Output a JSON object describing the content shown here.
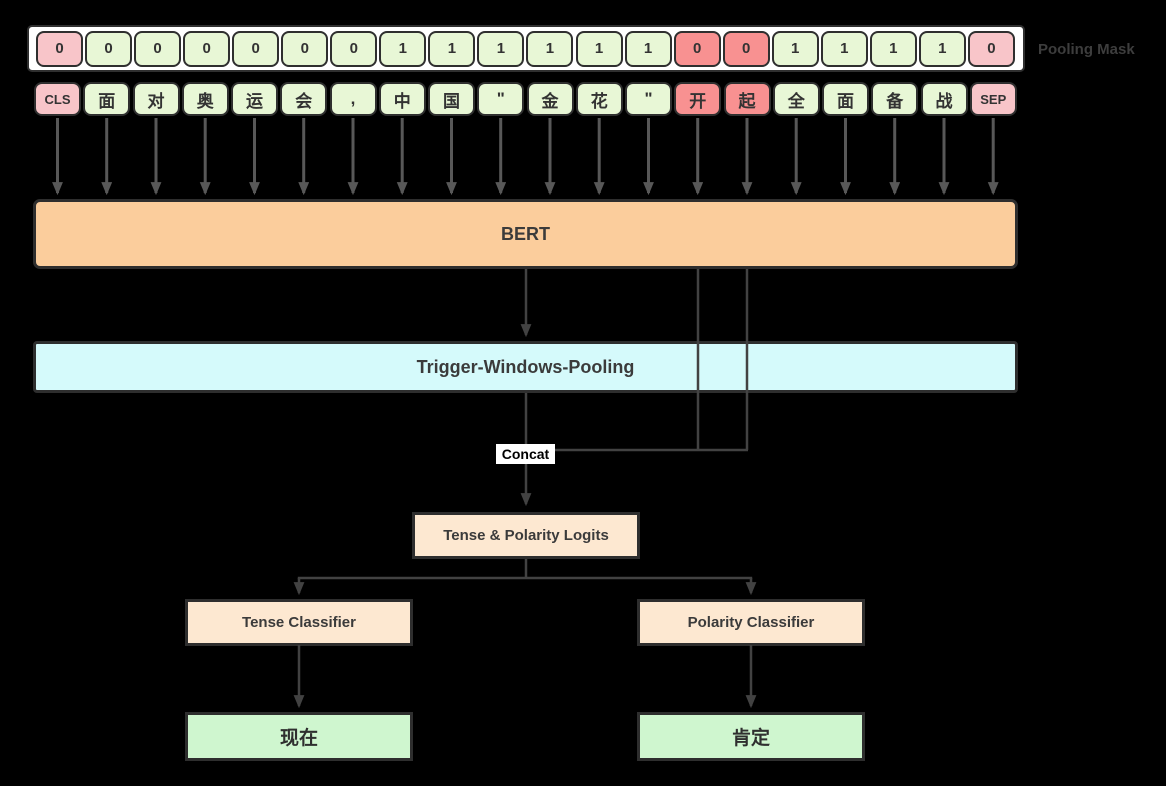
{
  "caption": {
    "pooling_mask": "Pooling Mask",
    "concat": "Concat"
  },
  "sequence": {
    "mask": [
      {
        "value": "0",
        "state": "special"
      },
      {
        "value": "0",
        "state": "normal"
      },
      {
        "value": "0",
        "state": "normal"
      },
      {
        "value": "0",
        "state": "normal"
      },
      {
        "value": "0",
        "state": "normal"
      },
      {
        "value": "0",
        "state": "normal"
      },
      {
        "value": "0",
        "state": "normal"
      },
      {
        "value": "1",
        "state": "normal"
      },
      {
        "value": "1",
        "state": "normal"
      },
      {
        "value": "1",
        "state": "normal"
      },
      {
        "value": "1",
        "state": "normal"
      },
      {
        "value": "1",
        "state": "normal"
      },
      {
        "value": "1",
        "state": "normal"
      },
      {
        "value": "0",
        "state": "trigger"
      },
      {
        "value": "0",
        "state": "trigger"
      },
      {
        "value": "1",
        "state": "normal"
      },
      {
        "value": "1",
        "state": "normal"
      },
      {
        "value": "1",
        "state": "normal"
      },
      {
        "value": "1",
        "state": "normal"
      },
      {
        "value": "0",
        "state": "special"
      }
    ],
    "tokens": [
      {
        "label": "CLS",
        "state": "special"
      },
      {
        "label": "面",
        "state": "normal"
      },
      {
        "label": "对",
        "state": "normal"
      },
      {
        "label": "奥",
        "state": "normal"
      },
      {
        "label": "运",
        "state": "normal"
      },
      {
        "label": "会",
        "state": "normal"
      },
      {
        "label": ",",
        "state": "normal"
      },
      {
        "label": "中",
        "state": "normal"
      },
      {
        "label": "国",
        "state": "normal"
      },
      {
        "label": "\"",
        "state": "normal"
      },
      {
        "label": "金",
        "state": "normal"
      },
      {
        "label": "花",
        "state": "normal"
      },
      {
        "label": "\"",
        "state": "normal"
      },
      {
        "label": "开",
        "state": "trigger"
      },
      {
        "label": "起",
        "state": "trigger"
      },
      {
        "label": "全",
        "state": "normal"
      },
      {
        "label": "面",
        "state": "normal"
      },
      {
        "label": "备",
        "state": "normal"
      },
      {
        "label": "战",
        "state": "normal"
      },
      {
        "label": "SEP",
        "state": "special"
      }
    ]
  },
  "pipeline": {
    "bert": "BERT",
    "pooling": "Trigger-Windows-Pooling",
    "logits": "Tense & Polarity Logits",
    "tense_classifier": "Tense Classifier",
    "polarity_classifier": "Polarity Classifier",
    "tense_output": "现在",
    "polarity_output": "肯定"
  },
  "colors": {
    "token_green": "#E8F7D6",
    "special_pink": "#F8C5C9",
    "trigger_red": "#F89191",
    "bert_orange": "#FBCD9C",
    "pooling_cyan": "#D5FAFB",
    "logits_peach": "#FDE8D1",
    "output_green": "#CFF6CF"
  }
}
